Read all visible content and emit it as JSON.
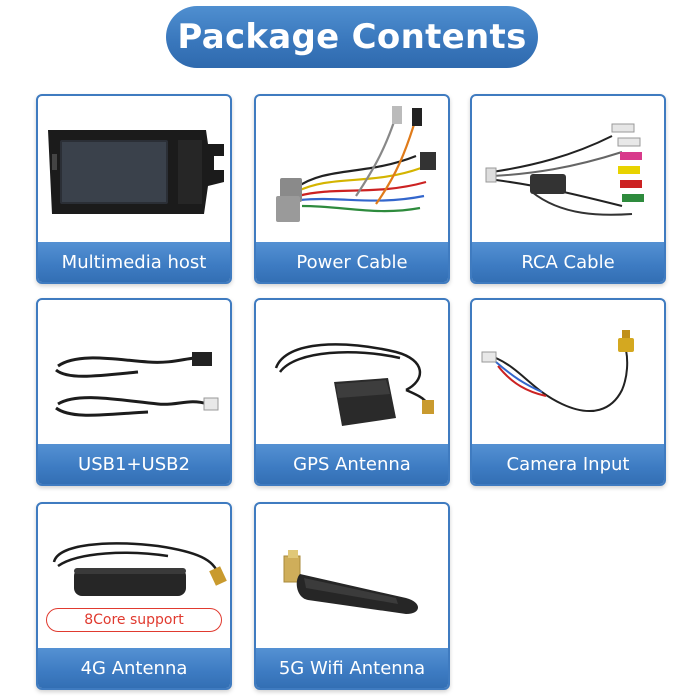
{
  "title": "Package Contents",
  "items": [
    {
      "label": "Multimedia host",
      "icon": "multimedia-host-image"
    },
    {
      "label": "Power Cable",
      "icon": "power-cable-image"
    },
    {
      "label": "RCA Cable",
      "icon": "rca-cable-image"
    },
    {
      "label": "USB1+USB2",
      "icon": "usb-cables-image"
    },
    {
      "label": "GPS Antenna",
      "icon": "gps-antenna-image"
    },
    {
      "label": "Camera Input",
      "icon": "camera-input-cable-image"
    },
    {
      "label": "4G Antenna",
      "icon": "4g-antenna-image",
      "badge": "8Core support"
    },
    {
      "label": "5G Wifi Antenna",
      "icon": "5g-wifi-antenna-image"
    }
  ],
  "colors": {
    "accent": "#3f7bc0",
    "badge": "#e03a2f"
  }
}
